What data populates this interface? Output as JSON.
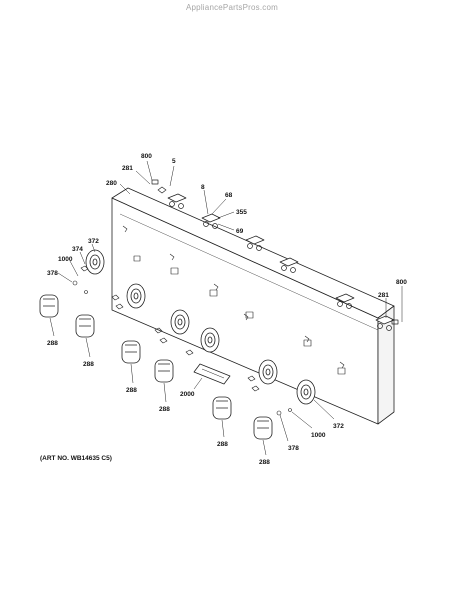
{
  "watermark": "AppliancePartsPros.com",
  "art_number": "(ART NO. WB14635 C5)",
  "callouts": [
    {
      "id": "c800a",
      "text": "800"
    },
    {
      "id": "c5",
      "text": "5"
    },
    {
      "id": "c281a",
      "text": "281"
    },
    {
      "id": "c280",
      "text": "280"
    },
    {
      "id": "c8",
      "text": "8"
    },
    {
      "id": "c68",
      "text": "68"
    },
    {
      "id": "c355",
      "text": "355"
    },
    {
      "id": "c69",
      "text": "69"
    },
    {
      "id": "c372a",
      "text": "372"
    },
    {
      "id": "c374",
      "text": "374"
    },
    {
      "id": "c1000a",
      "text": "1000"
    },
    {
      "id": "c378a",
      "text": "378"
    },
    {
      "id": "c288a",
      "text": "288"
    },
    {
      "id": "c288b",
      "text": "288"
    },
    {
      "id": "c288c",
      "text": "288"
    },
    {
      "id": "c288d",
      "text": "288"
    },
    {
      "id": "c2000",
      "text": "2000"
    },
    {
      "id": "c288e",
      "text": "288"
    },
    {
      "id": "c288f",
      "text": "288"
    },
    {
      "id": "c378b",
      "text": "378"
    },
    {
      "id": "c1000b",
      "text": "1000"
    },
    {
      "id": "c372b",
      "text": "372"
    },
    {
      "id": "c800b",
      "text": "800"
    },
    {
      "id": "c281b",
      "text": "281"
    }
  ]
}
